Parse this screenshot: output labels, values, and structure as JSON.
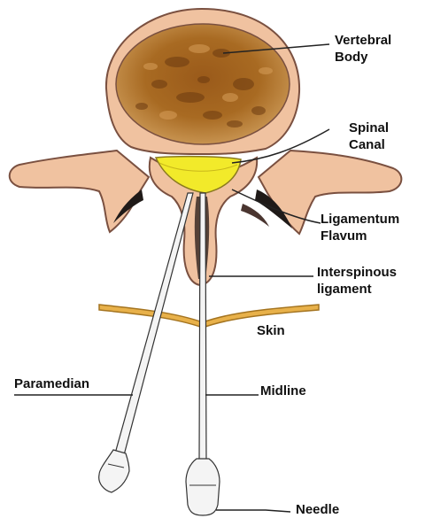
{
  "labels": {
    "vertebral_body": [
      "Vertebral",
      "Body"
    ],
    "spinal_canal": [
      "Spinal",
      "Canal"
    ],
    "ligamentum_flavum": [
      "Ligamentum",
      "Flavum"
    ],
    "interspinous_ligament": [
      "Interspinous",
      "ligament"
    ],
    "skin": "Skin",
    "paramedian": "Paramedian",
    "midline": "Midline",
    "needle": "Needle"
  },
  "colors": {
    "bone": "#f0c2a0",
    "bone_outline": "#7a5040",
    "vertebral_body": "#a8661f",
    "spinal_canal": "#f2ea2a",
    "ligament_dark": "#1f1a18",
    "skin": "#e8b14a",
    "needle": "#f4f4f4",
    "leader_line": "#222222"
  }
}
